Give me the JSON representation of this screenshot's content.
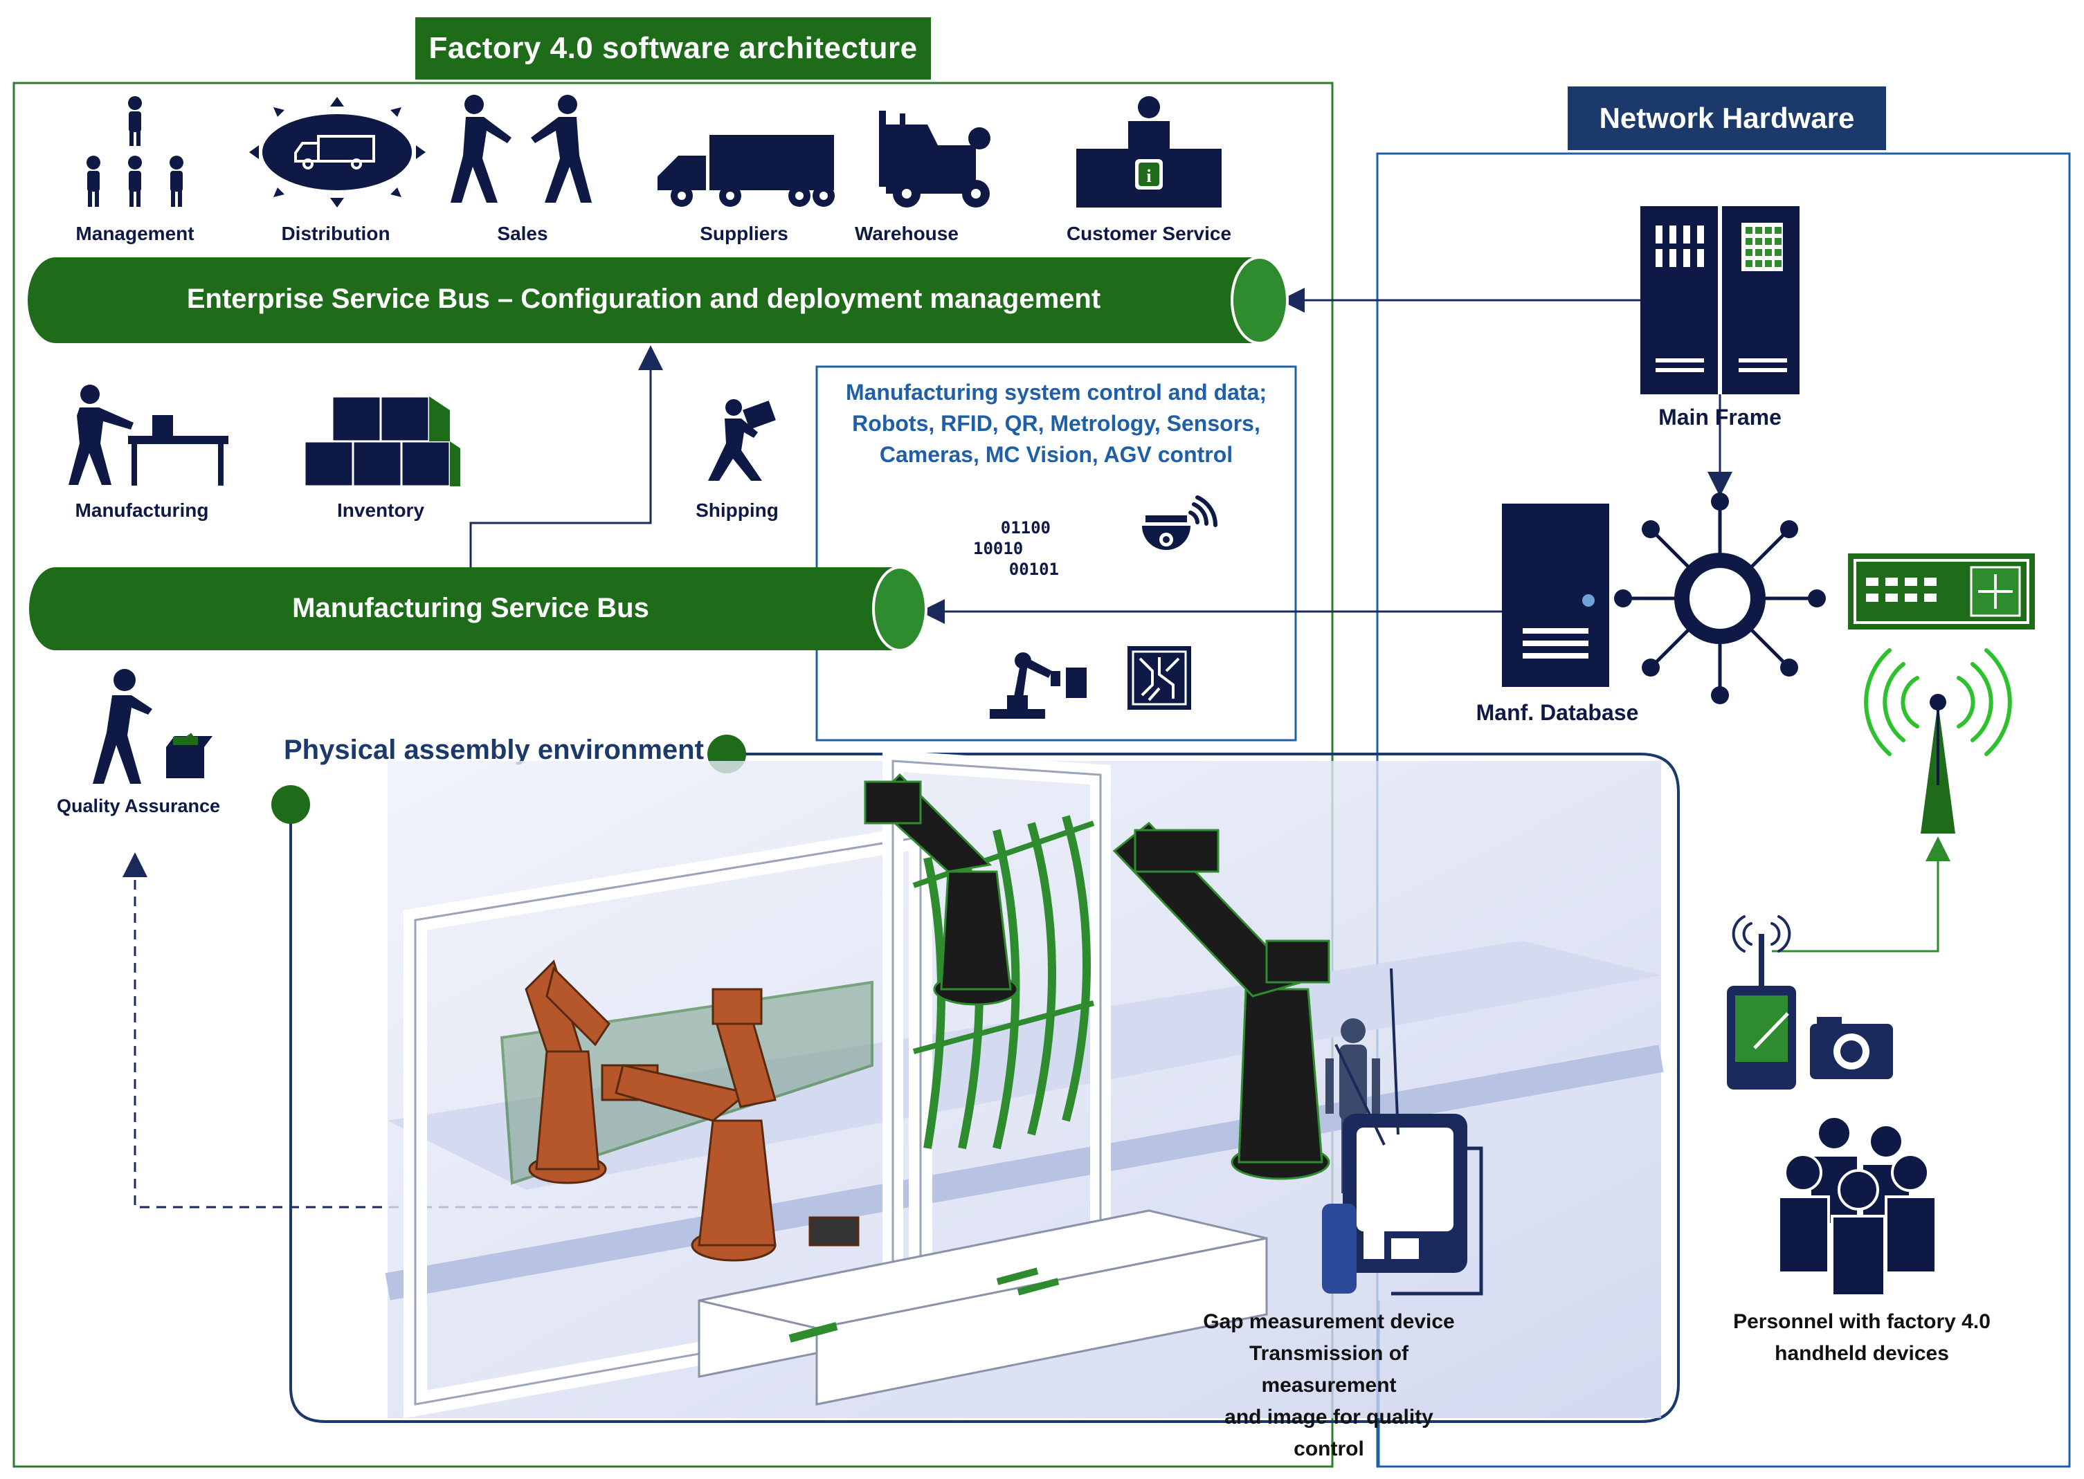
{
  "software_arch": {
    "title": "Factory 4.0 software architecture"
  },
  "network_hw": {
    "title": "Network Hardware"
  },
  "departments": {
    "management": "Management",
    "distribution": "Distribution",
    "sales": "Sales",
    "suppliers": "Suppliers",
    "warehouse": "Warehouse",
    "customer_service": "Customer Service"
  },
  "esb": {
    "label": "Enterprise Service Bus – Configuration and deployment management"
  },
  "msb": {
    "label": "Manufacturing Service Bus"
  },
  "operations": {
    "manufacturing": "Manufacturing",
    "inventory": "Inventory",
    "shipping": "Shipping",
    "quality_assurance": "Quality Assurance"
  },
  "mfg_control": {
    "line1": "Manufacturing system control and data;",
    "line2": "Robots, RFID, QR, Metrology, Sensors,",
    "line3": "Cameras, MC Vision, AGV control",
    "binary1": "01100",
    "binary2": "10010",
    "binary3": "00101"
  },
  "hardware": {
    "main_frame": "Main Frame",
    "manf_database": "Manf. Database"
  },
  "physical": {
    "title": "Physical assembly environment"
  },
  "gap_device": {
    "line1": "Gap measurement device",
    "line2": "Transmission of measurement",
    "line3": "and image for quality control"
  },
  "personnel": {
    "line1": "Personnel with factory 4.0",
    "line2": "handheld devices"
  },
  "colors": {
    "navy": "#1b2a5c",
    "green": "#1e6b1a",
    "blue_text": "#1f5fa8"
  }
}
